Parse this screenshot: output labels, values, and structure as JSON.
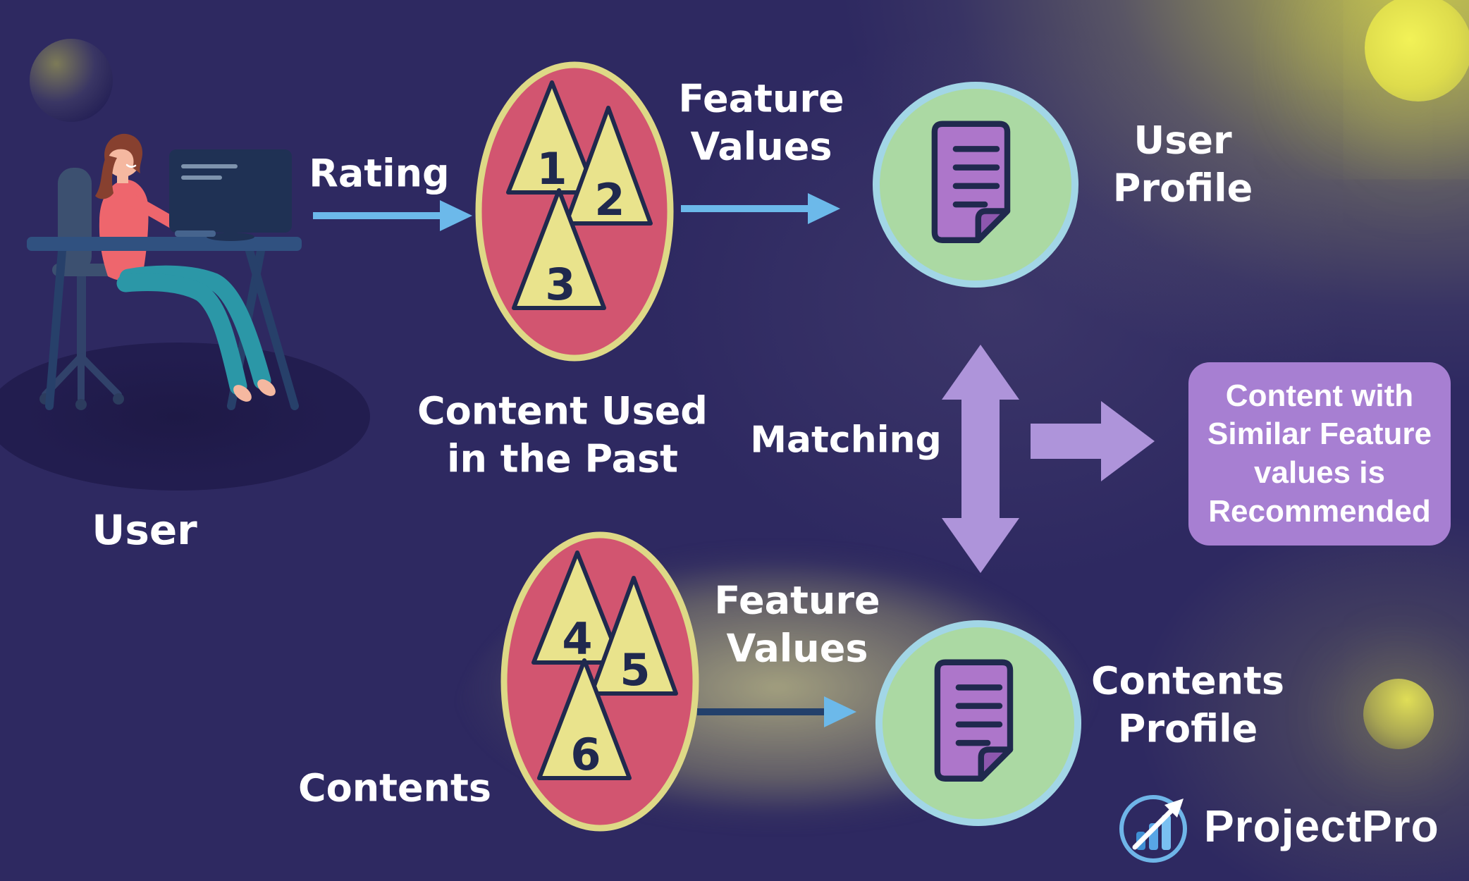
{
  "colors": {
    "bg": "#2e2961",
    "text": "#ffffff",
    "cluster_fill": "#d25570",
    "cluster_border": "#ded986",
    "triangle_fill": "#e9e38c",
    "outline": "#20294e",
    "profile_circle": "#abd9a3",
    "profile_ring": "#a2d6e6",
    "document": "#ad76ca",
    "document_fold": "#8d57ae",
    "arrow_blue": "#6cb9ea",
    "arrow_dark": "#23406b",
    "purple_arrow": "#ae94da",
    "recommendation_box": "#a77fd2",
    "logo_blue": "#6fb5e8",
    "glow_yellow": "#e6e64c",
    "olive_glow": "#8b8970",
    "shadow_navy": "#221d4f"
  },
  "labels": {
    "user": "User",
    "rating": "Rating",
    "content_used": [
      "Content Used",
      "in the Past"
    ],
    "feature_values_top": [
      "Feature",
      "Values"
    ],
    "user_profile": [
      "User",
      "Profile"
    ],
    "matching": "Matching",
    "recommendation": [
      "Content with",
      "Similar Feature",
      "values is",
      "Recommended"
    ],
    "contents": "Contents",
    "feature_values_bottom": [
      "Feature",
      "Values"
    ],
    "contents_profile": [
      "Contents",
      "Profile"
    ]
  },
  "clusters": {
    "top": {
      "triangles": [
        "1",
        "2",
        "3"
      ]
    },
    "bottom": {
      "triangles": [
        "4",
        "5",
        "6"
      ]
    }
  },
  "logo": {
    "text": "ProjectPro"
  }
}
